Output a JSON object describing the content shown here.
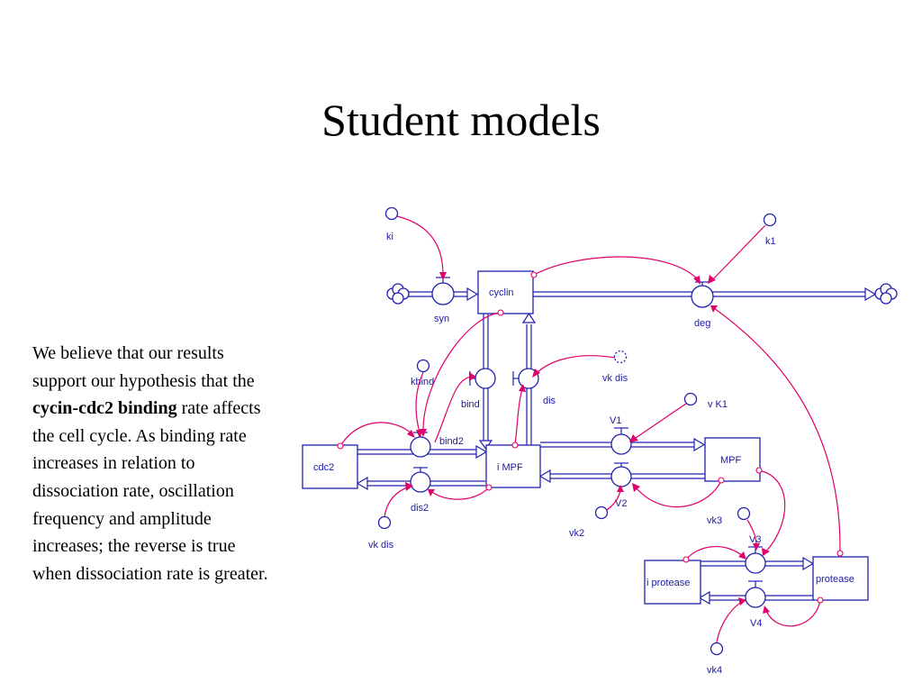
{
  "title": "Student models",
  "paragraph": {
    "before": "We believe that our results support our hypothesis that the",
    "bold": "cycin-cdc2 binding",
    "after": "rate affects the cell cycle.  As binding rate increases in relation to dissociation rate, oscillation frequency and amplitude increases; the reverse is true when dissociation rate is greater."
  },
  "diagram": {
    "stocks": {
      "cyclin": "cyclin",
      "cdc2": "cdc2",
      "impf": "i MPF",
      "mpf": "MPF",
      "iprotease": "i protease",
      "protease": "protease"
    },
    "flows": {
      "syn": "syn",
      "deg": "deg",
      "bind": "bind",
      "dis": "dis",
      "bind2": "bind2",
      "dis2": "dis2",
      "v1": "V1",
      "v2": "V2",
      "v3": "V3",
      "v4": "V4"
    },
    "converters": {
      "ki": "ki",
      "k1": "k1",
      "kbind": "kbind",
      "vkdis_top": "vk dis",
      "vk1": "v K1",
      "vkdis_left": "vk dis",
      "vk2": "vk2",
      "vk3": "vk3",
      "vk4": "vk4"
    }
  }
}
